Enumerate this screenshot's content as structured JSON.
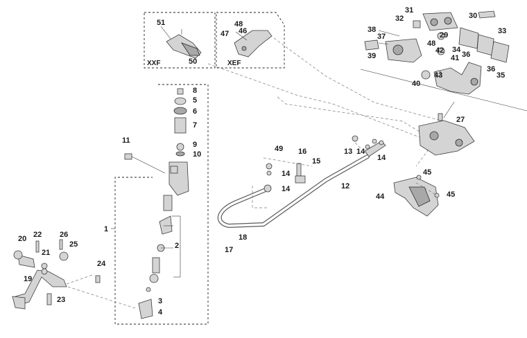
{
  "variant_labels": {
    "xxf": "XXF",
    "xef": "XEF"
  },
  "callouts": {
    "n1": "1",
    "n2": "2",
    "n3": "3",
    "n4": "4",
    "n5": "5",
    "n6": "6",
    "n7": "7",
    "n8": "8",
    "n9": "9",
    "n10": "10",
    "n11": "11",
    "n12": "12",
    "n13": "13",
    "n14": "14",
    "n15": "15",
    "n16": "16",
    "n17": "17",
    "n18": "18",
    "n19": "19",
    "n20": "20",
    "n21": "21",
    "n22": "22",
    "n23": "23",
    "n24": "24",
    "n25": "25",
    "n26": "26",
    "n27": "27",
    "n29": "29",
    "n30": "30",
    "n31": "31",
    "n32": "32",
    "n33": "33",
    "n34": "34",
    "n35": "35",
    "n36": "36",
    "n37": "37",
    "n38": "38",
    "n39": "39",
    "n40": "40",
    "n41": "41",
    "n42": "42",
    "n43": "43",
    "n44": "44",
    "n45": "45",
    "n46": "46",
    "n47": "47",
    "n48": "48",
    "n49": "49",
    "n50": "50",
    "n51": "51"
  }
}
